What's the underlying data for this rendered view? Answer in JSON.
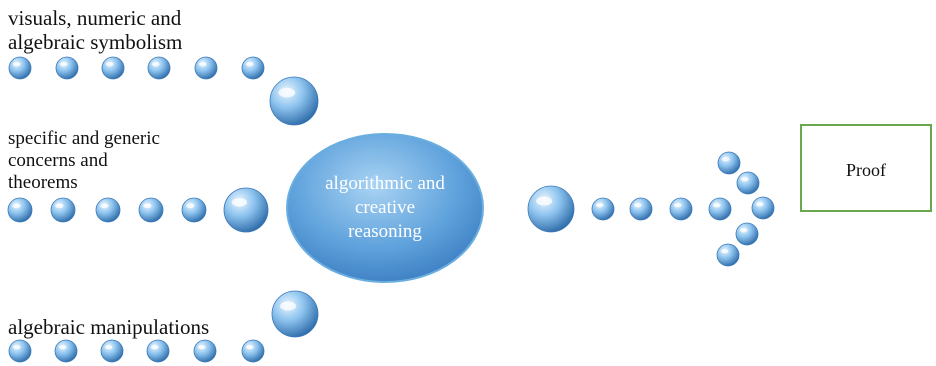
{
  "labels": {
    "top": "visuals, numeric and\nalgebraic symbolism",
    "middle": "specific and generic\nconcerns and\ntheorems",
    "bottom": "algebraic manipulations"
  },
  "center": {
    "text": "algorithmic  and\ncreative\nreasoning"
  },
  "outcome": {
    "text": "Proof"
  },
  "colors": {
    "bubble_light": "#cfe6f8",
    "bubble_mid": "#6fb0e6",
    "bubble_dark": "#2f6fb0",
    "proof_border": "#6aa84f"
  }
}
